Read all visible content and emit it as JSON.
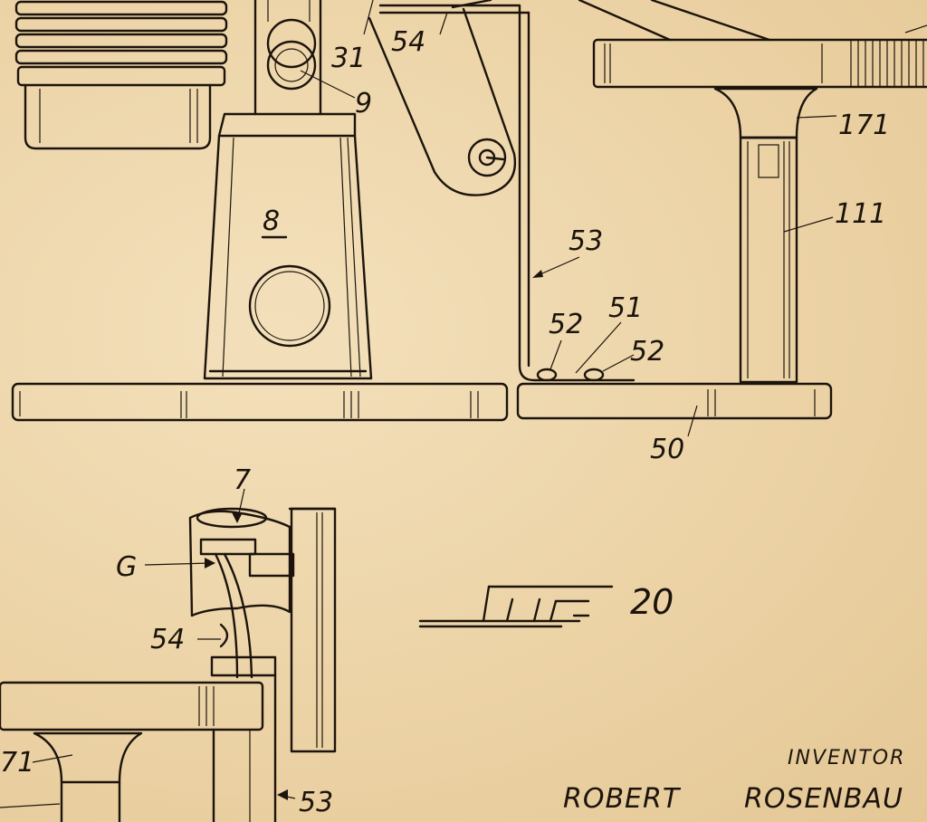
{
  "labels": {
    "part_31": "31",
    "part_54_top": "54",
    "part_9": "9",
    "part_8": "8",
    "part_171_top": "171",
    "part_111": "111",
    "part_53_top": "53",
    "part_52_left": "52",
    "part_51": "51",
    "part_52_right": "52",
    "part_50": "50",
    "part_7": "7",
    "part_G": "G",
    "part_54_bottom": "54",
    "part_171_bottom": "71",
    "part_53_bottom": "53"
  },
  "figure": {
    "number": "20"
  },
  "inventor": {
    "heading": "INVENTOR",
    "first_name": "ROBERT",
    "last_name": "ROSENBAU"
  },
  "colors": {
    "paper": "#efd9b0",
    "ink": "#1c140c"
  }
}
